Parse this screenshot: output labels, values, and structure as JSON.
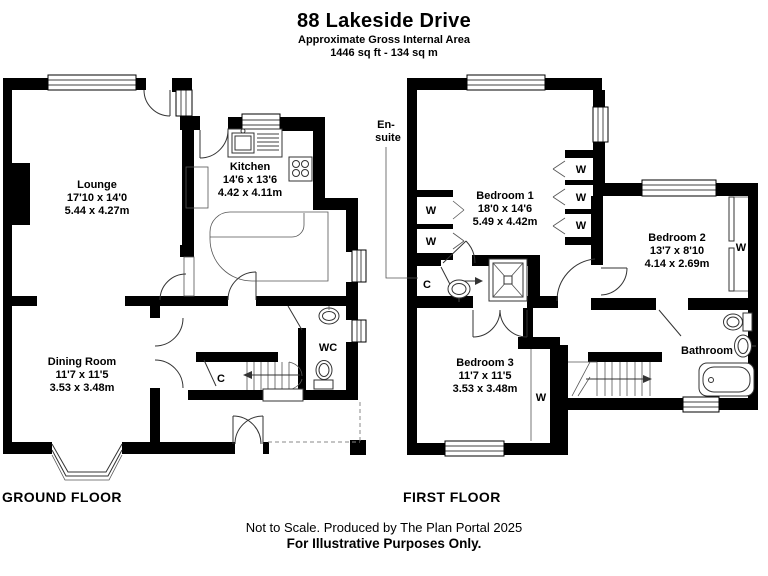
{
  "header": {
    "title": "88 Lakeside Drive",
    "subtitle": "Approximate Gross Internal Area",
    "area": "1446 sq ft - 134 sq m"
  },
  "ground_floor": {
    "label": "GROUND FLOOR",
    "rooms": [
      {
        "name": "Lounge",
        "imperial": "17'10 x 14'0",
        "metric": "5.44 x 4.27m"
      },
      {
        "name": "Kitchen",
        "imperial": "14'6 x 13'6",
        "metric": "4.42 x 4.11m"
      },
      {
        "name": "Dining Room",
        "imperial": "11'7 x 11'5",
        "metric": "3.53 x 3.48m"
      },
      {
        "name": "WC"
      }
    ],
    "closet_label": "C"
  },
  "first_floor": {
    "label": "FIRST FLOOR",
    "rooms": [
      {
        "name": "Bedroom 1",
        "imperial": "18'0 x 14'6",
        "metric": "5.49 x 4.42m"
      },
      {
        "name": "Bedroom 2",
        "imperial": "13'7 x 8'10",
        "metric": "4.14 x 2.69m"
      },
      {
        "name": "Bedroom 3",
        "imperial": "11'7 x 11'5",
        "metric": "3.53 x 3.48m"
      },
      {
        "name": "Bathroom"
      }
    ],
    "ensuite": {
      "line1": "En-",
      "line2": "suite"
    },
    "closet_label": "C",
    "wardrobe_label": "W"
  },
  "footer": {
    "line1": "Not to Scale. Produced by The Plan Portal 2025",
    "line2": "For Illustrative Purposes Only."
  }
}
